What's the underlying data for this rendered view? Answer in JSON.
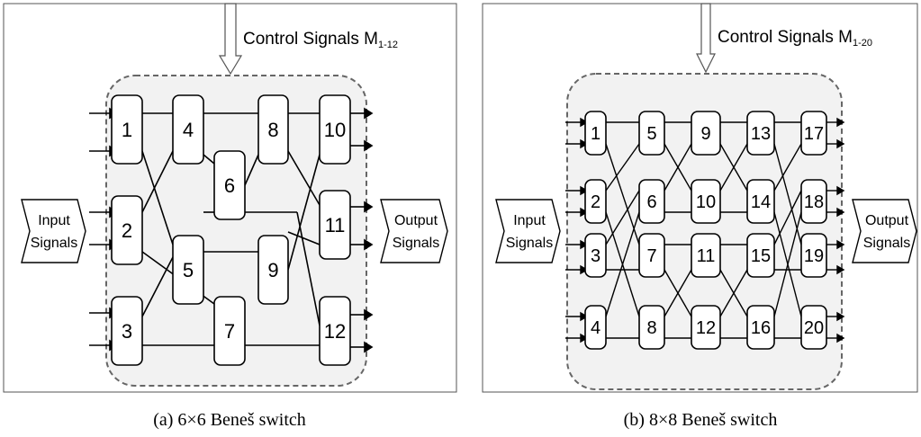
{
  "diagram_a": {
    "control_label": "Control Signals M",
    "control_subscript": "1-12",
    "input_label_line1": "Input",
    "input_label_line2": "Signals",
    "output_label_line1": "Output",
    "output_label_line2": "Signals",
    "switch_labels": [
      "1",
      "2",
      "3",
      "4",
      "5",
      "6",
      "7",
      "8",
      "9",
      "10",
      "11",
      "12"
    ],
    "caption": "(a) 6×6 Beneš switch"
  },
  "diagram_b": {
    "control_label": "Control Signals M",
    "control_subscript": "1-20",
    "input_label_line1": "Input",
    "input_label_line2": "Signals",
    "output_label_line1": "Output",
    "output_label_line2": "Signals",
    "switch_labels": [
      "1",
      "2",
      "3",
      "4",
      "5",
      "6",
      "7",
      "8",
      "9",
      "10",
      "11",
      "12",
      "13",
      "14",
      "15",
      "16",
      "17",
      "18",
      "19",
      "20"
    ],
    "caption": "(b) 8×8 Beneš switch"
  }
}
